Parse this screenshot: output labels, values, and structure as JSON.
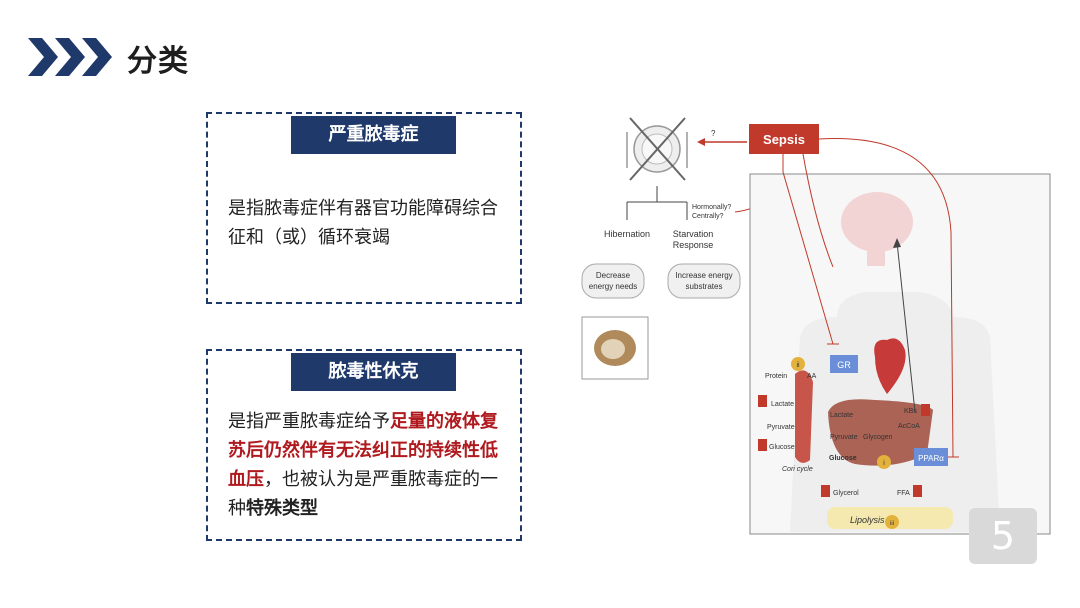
{
  "slide": {
    "title": "分类",
    "page_number": "5"
  },
  "cards": [
    {
      "header": "严重脓毒症",
      "body": "是指脓毒症伴有器官功能障碍综合征和（或）循环衰竭"
    },
    {
      "header": "脓毒性休克",
      "body_parts": {
        "p1": "是指严重脓毒症给予",
        "p2": "足量的液体复苏后仍然伴有无法纠正的持续性低血压",
        "p3": "，也被认为是严重脓毒症的一种",
        "p4": "特殊类型"
      }
    }
  ],
  "figure": {
    "sepsis": "Sepsis",
    "q1": "?",
    "q2": "?",
    "hormonally": "Hormonally?",
    "centrally": "Centrally?",
    "hibernation": "Hibernation",
    "starvation1": "Starvation",
    "starvation2": "Response",
    "decrease1": "Decrease",
    "decrease2": "energy needs",
    "increase1": "Increase energy",
    "increase2": "substrates",
    "gr": "GR",
    "ppar": "PPARα",
    "protein": "Protein",
    "aa": "AA",
    "lactate_m": "Lactate",
    "pyruvate_m": "Pyruvate",
    "glucose_m": "Glucose",
    "cori": "Cori cycle",
    "lactate_l": "Lactate",
    "pyruvate_l": "Pyruvate",
    "glycogen": "Glycogen",
    "glucose_l": "Glucose",
    "kbs": "KBs",
    "acoa": "AcCoA",
    "glycerol": "Glycerol",
    "ffa": "FFA",
    "lipolysis": "Lipolysis",
    "num_ii": "ii",
    "num_i": "i",
    "num_iii": "iii"
  },
  "colors": {
    "navy": "#1f3a6a",
    "red": "#b0191e",
    "sepsis_box": "#c0392b"
  }
}
